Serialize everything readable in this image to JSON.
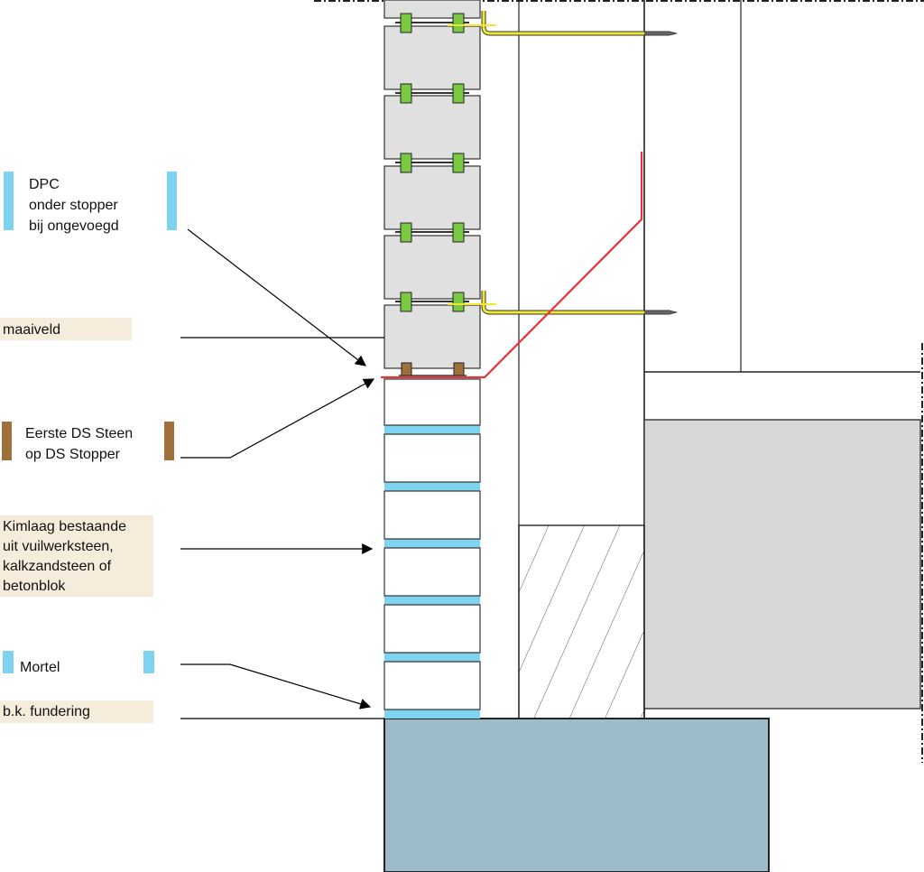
{
  "labels": {
    "dpc": {
      "lines": [
        "DPC",
        "onder stopper",
        "bij ongevoegd"
      ],
      "marker_color": "#7dd3f0"
    },
    "maaiveld": {
      "lines": [
        "maaiveld"
      ],
      "bg_color": "#f5ecdc"
    },
    "eerste_ds_steen": {
      "lines": [
        "Eerste DS Steen",
        "op DS Stopper"
      ],
      "marker_color": "#a0703a"
    },
    "kimlaag": {
      "lines": [
        "Kimlaag bestaande",
        "uit vuilwerksteen,",
        "kalkzandsteen of",
        "betonblok"
      ],
      "bg_color": "#f5ecdc"
    },
    "mortel": {
      "lines": [
        "Mortel"
      ],
      "marker_color": "#7dd3f0"
    },
    "bk_fundering": {
      "lines": [
        "b.k. fundering"
      ],
      "bg_color": "#f5ecdc"
    }
  },
  "colors": {
    "upper_block": "#e0e0e0",
    "clip": "#7ac943",
    "anchor": "#f0e830",
    "dpc_line": "#e8323a",
    "stopper": "#a0703a",
    "mortar": "#7dd3f0",
    "foundation": "#9dbbc8",
    "floor_fill": "#d8d8d6"
  }
}
